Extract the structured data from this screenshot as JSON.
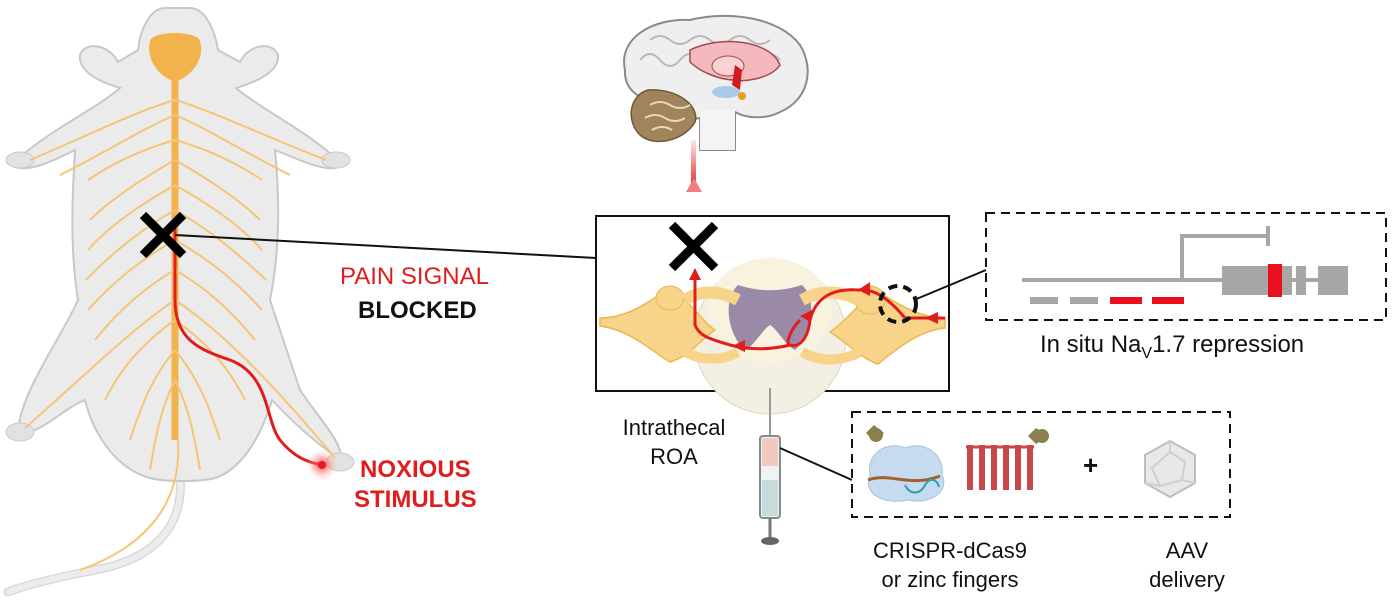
{
  "labels": {
    "pain_signal": "PAIN SIGNAL",
    "blocked": "BLOCKED",
    "noxious_line1": "NOXIOUS",
    "noxious_line2": "STIMULUS",
    "intrathecal": "Intrathecal",
    "roa": "ROA",
    "repression_prefix": "In situ Na",
    "repression_sub": "V",
    "repression_suffix": "1.7 repression",
    "crispr_line1": "CRISPR-dCas9",
    "crispr_line2": "or zinc fingers",
    "aav_line1": "AAV",
    "aav_line2": "delivery",
    "plus": "+"
  },
  "colors": {
    "nerve": "#f2b24c",
    "nerve_light": "#f8d48a",
    "signal": "#e01c1c",
    "body_fill": "#ebebeb",
    "body_stroke": "#c8c8c8",
    "cord_gray": "#9a8aa8",
    "gene_gray": "#a6a6a6",
    "exon_red": "#e8101c",
    "zinc_red": "#c8484a",
    "protein_blue": "#c6daf0",
    "accent_olive": "#8c7f4e"
  },
  "icons": [
    "x-mark-icon",
    "brain-icon",
    "syringe-icon",
    "dcas9-protein-icon",
    "zinc-finger-icon",
    "aav-capsid-icon",
    "promoter-arrow-icon"
  ]
}
